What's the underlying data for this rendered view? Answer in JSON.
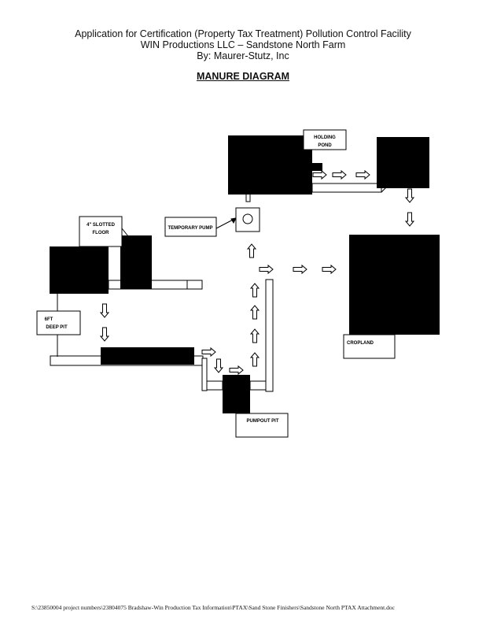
{
  "header": {
    "title": "Application for Certification (Property Tax Treatment) Pollution Control Facility",
    "subtitle": "WIN Productions LLC – Sandstone North Farm",
    "author": "By: Maurer-Stutz, Inc"
  },
  "diagram": {
    "title": "MANURE DIAGRAM",
    "labels": {
      "holding_pond_1": "HOLDING",
      "holding_pond_2": "POND",
      "temporary_pump": "TEMPORARY PUMP",
      "slotted_floor_1": "4\" SLOTTED",
      "slotted_floor_2": "FLOOR",
      "deep_pit_1": "6FT",
      "deep_pit_2": "DEEP PIT",
      "cropland": "CROPLAND",
      "pumpout_pit": "PUMPOUT PIT"
    }
  },
  "footer": {
    "path": "S:\\23850004 project numbers\\23804075 Bradshaw-Win Production Tax Information\\PTAX\\Sand Stone Finishers\\Sandstone North PTAX Attachment.doc"
  }
}
